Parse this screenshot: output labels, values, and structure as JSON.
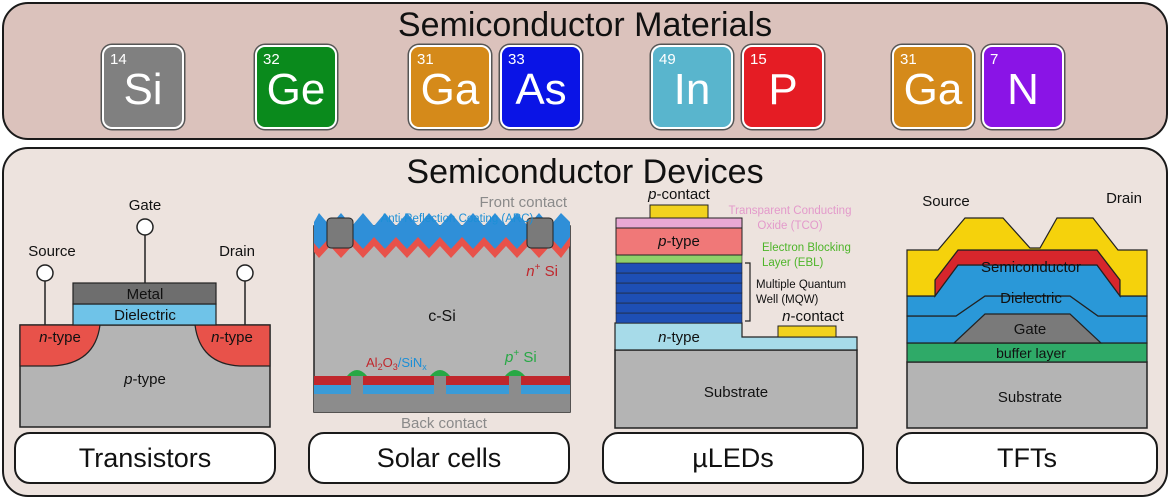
{
  "materials": {
    "title": "Semiconductor Materials",
    "tiles": [
      {
        "number": "14",
        "symbol": "Si",
        "color": "#808080"
      },
      {
        "number": "32",
        "symbol": "Ge",
        "color": "#0a8a1c"
      },
      {
        "number": "31",
        "symbol": "Ga",
        "color": "#d58a1a"
      },
      {
        "number": "33",
        "symbol": "As",
        "color": "#0a14e6"
      },
      {
        "number": "49",
        "symbol": "In",
        "color": "#59b5cd"
      },
      {
        "number": "15",
        "symbol": "P",
        "color": "#e51c24"
      },
      {
        "number": "31",
        "symbol": "Ga",
        "color": "#d58a1a"
      },
      {
        "number": "7",
        "symbol": "N",
        "color": "#8a14e6"
      }
    ]
  },
  "devices": {
    "title": "Semiconductor Devices",
    "transistor": {
      "gate": "Gate",
      "source": "Source",
      "drain": "Drain",
      "metal": "Metal",
      "dielectric": "Dielectric",
      "n_type_italic": "n",
      "n_type_rest": "-type",
      "p_type_italic": "p",
      "p_type_rest": "-type",
      "label": "Transistors"
    },
    "solar": {
      "front_contact": "Front contact",
      "arc": "Anti-Reflection Coating (ARC)",
      "n_si_base": "n",
      "n_si_sup": "+",
      "n_si_rest": " Si",
      "c_si": "c-Si",
      "al2o3_a": "Al",
      "al2o3_sub1": "2",
      "al2o3_b": "O",
      "al2o3_sub2": "3",
      "sinx_slash": "/",
      "sinx_a": "SiN",
      "sinx_sub": "x",
      "p_si_base": "p",
      "p_si_sup": "+",
      "p_si_rest": " Si",
      "back_contact": "Back contact",
      "label": "Solar cells"
    },
    "uled": {
      "p_contact_italic": "p",
      "p_contact_rest": "-contact",
      "tco_line1": "Transparent Conducting",
      "tco_line2": "Oxide (TCO)",
      "p_type_italic": "p",
      "p_type_rest": "-type",
      "ebl_line1": "Electron Blocking",
      "ebl_line2": "Layer (EBL)",
      "mqw_line1": "Multiple Quantum",
      "mqw_line2": "Well (MQW)",
      "n_contact_italic": "n",
      "n_contact_rest": "-contact",
      "n_type_italic": "n",
      "n_type_rest": "-type",
      "substrate": "Substrate",
      "label": "µLEDs"
    },
    "tft": {
      "source": "Source",
      "drain": "Drain",
      "semiconductor": "Semiconductor",
      "dielectric": "Dielectric",
      "gate": "Gate",
      "buffer": "buffer layer",
      "substrate": "Substrate",
      "label": "TFTs"
    }
  }
}
